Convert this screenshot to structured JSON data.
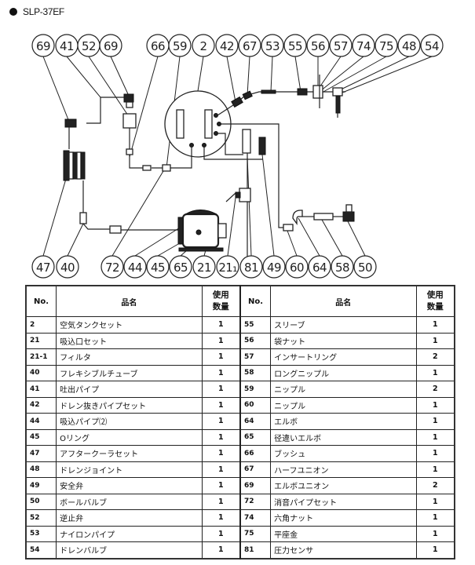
{
  "title": "SLP-37EF",
  "callouts_top": [
    "69",
    "41",
    "52",
    "69",
    "66",
    "59",
    "2",
    "42",
    "67",
    "53",
    "55",
    "56",
    "57",
    "74",
    "75",
    "48",
    "54"
  ],
  "callouts_bottom": [
    "47",
    "40",
    "72",
    "44",
    "45",
    "65",
    "21",
    "21-1",
    "81",
    "49",
    "60",
    "64",
    "58",
    "50"
  ],
  "callout_labels_bottom_display": [
    "47",
    "40",
    "72",
    "44",
    "45",
    "65",
    "21",
    "21₁",
    "81",
    "49",
    "60",
    "64",
    "58",
    "50"
  ],
  "table": {
    "headers": {
      "no": "No.",
      "name": "品名",
      "qty_line1": "使用",
      "qty_line2": "数量"
    },
    "left": [
      {
        "no": "2",
        "name": "空気タンクセット",
        "qty": "1"
      },
      {
        "no": "21",
        "name": "吸込口セット",
        "qty": "1"
      },
      {
        "no": "21-1",
        "name": "フィルタ",
        "qty": "1"
      },
      {
        "no": "40",
        "name": "フレキシブルチューブ",
        "qty": "1"
      },
      {
        "no": "41",
        "name": "吐出パイプ",
        "qty": "1"
      },
      {
        "no": "42",
        "name": "ドレン抜きパイプセット",
        "qty": "1"
      },
      {
        "no": "44",
        "name": "吸込パイプ⑵",
        "qty": "1"
      },
      {
        "no": "45",
        "name": "Oリング",
        "qty": "1"
      },
      {
        "no": "47",
        "name": "アフタークーラセット",
        "qty": "1"
      },
      {
        "no": "48",
        "name": "ドレンジョイント",
        "qty": "1"
      },
      {
        "no": "49",
        "name": "安全弁",
        "qty": "1"
      },
      {
        "no": "50",
        "name": "ボールバルブ",
        "qty": "1"
      },
      {
        "no": "52",
        "name": "逆止弁",
        "qty": "1"
      },
      {
        "no": "53",
        "name": "ナイロンパイプ",
        "qty": "1"
      },
      {
        "no": "54",
        "name": "ドレンバルブ",
        "qty": "1"
      }
    ],
    "right": [
      {
        "no": "55",
        "name": "スリーブ",
        "qty": "1"
      },
      {
        "no": "56",
        "name": "袋ナット",
        "qty": "1"
      },
      {
        "no": "57",
        "name": "インサートリング",
        "qty": "2"
      },
      {
        "no": "58",
        "name": "ロングニップル",
        "qty": "1"
      },
      {
        "no": "59",
        "name": "ニップル",
        "qty": "2"
      },
      {
        "no": "60",
        "name": "ニップル",
        "qty": "1"
      },
      {
        "no": "64",
        "name": "エルボ",
        "qty": "1"
      },
      {
        "no": "65",
        "name": "径違いエルボ",
        "qty": "1"
      },
      {
        "no": "66",
        "name": "ブッシュ",
        "qty": "1"
      },
      {
        "no": "67",
        "name": "ハーフユニオン",
        "qty": "1"
      },
      {
        "no": "69",
        "name": "エルボユニオン",
        "qty": "2"
      },
      {
        "no": "72",
        "name": "消音パイプセット",
        "qty": "1"
      },
      {
        "no": "74",
        "name": "六角ナット",
        "qty": "1"
      },
      {
        "no": "75",
        "name": "平座金",
        "qty": "1"
      },
      {
        "no": "81",
        "name": "圧力センサ",
        "qty": "1"
      }
    ]
  }
}
